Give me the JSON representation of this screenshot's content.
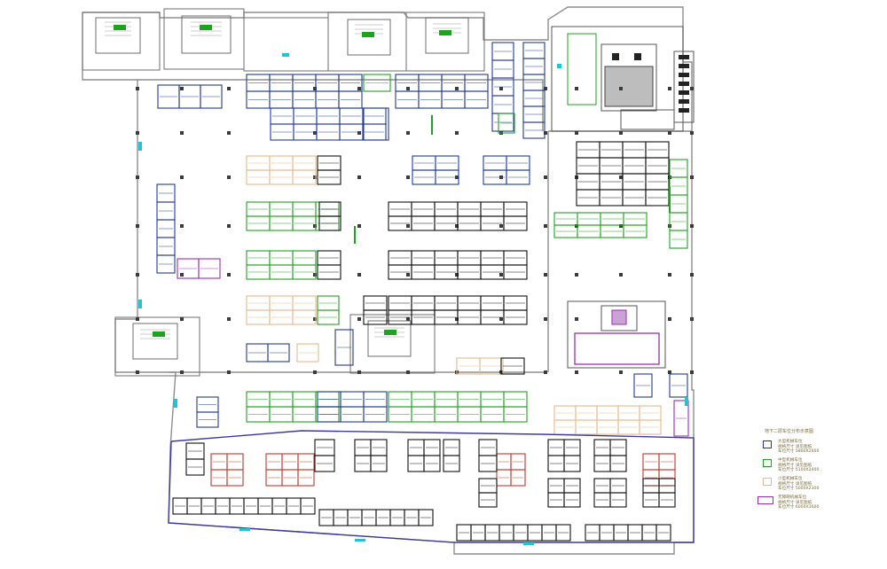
{
  "drawing": {
    "type": "underground parking floor plan",
    "colors": {
      "wall": "#8e8e8e",
      "wall_dark": "#555555",
      "large_bay": "#1f3b96",
      "medium_bay": "#1ea31e",
      "small_bay": "#e6b98a",
      "standard_bay": "#111111",
      "lift_bay": "#c0392b",
      "ev_bay": "#9b2fae",
      "accent_cyan": "#22c3d6",
      "boundary": "#3b3b9e"
    }
  },
  "legend": {
    "title": "地下二层车位分布示意图",
    "items": [
      {
        "color": "#1f3b96",
        "text1": "大型机械车位",
        "text2": "规格尺寸 详见图纸",
        "text3": "车位尺寸 5800X2600"
      },
      {
        "color": "#1ea31e",
        "text1": "中型机械车位",
        "text2": "规格尺寸 详见图纸",
        "text3": "车位尺寸 5100X2400"
      },
      {
        "color": "#e6b98a",
        "text1": "小型机械车位",
        "text2": "规格尺寸 详见图纸",
        "text3": "车位尺寸 5000X2300"
      },
      {
        "color": "#9b2fae",
        "text1": "无障碍机械车位",
        "text2": "规格尺寸 详见图纸",
        "text3": "车位尺寸 6000X3600"
      }
    ]
  }
}
